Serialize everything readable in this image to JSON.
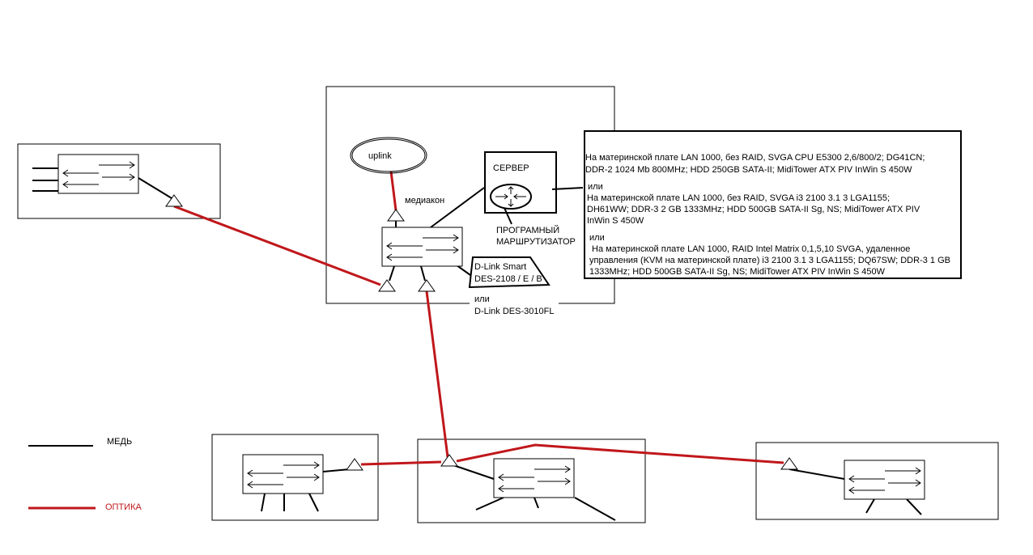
{
  "colors": {
    "copper": "#000000",
    "fiber": "#c0171b"
  },
  "core": {
    "uplink": "uplink",
    "mediaconverter": "медиакон",
    "server_title": "СЕРВЕР",
    "router_label_1": "ПРОГРАМНЫЙ",
    "router_label_2": "МАРШРУТИЗАТОР",
    "switch_model_1": "D-Link Smart",
    "switch_model_2": "DES-2108 / E / B",
    "switch_alt_or": "или",
    "switch_alt_model": "D-Link DES-3010FL"
  },
  "server_specs": {
    "option1": [
      "На материнской плате LAN 1000, без RAID, SVGA CPU E5300 2,6/800/2; DG41CN;",
      "DDR-2 1024 Mb 800MHz; HDD 250GB SATA-II; MidiTower ATX PIV InWin S 450W"
    ],
    "or1": "или",
    "option2": [
      "На материнской плате LAN 1000, без RAID, SVGA i3 2100 3.1 3 LGA1155;",
      "DH61WW; DDR-3 2 GB 1333MHz; HDD 500GB SATA-II Sg, NS; MidiTower ATX PIV",
      "InWin S 450W"
    ],
    "or2": "или",
    "option3": [
      " На материнской плате LAN 1000, RAID Intel Matrix 0,1,5,10 SVGA, удаленное",
      "управления (KVM на материнской плате) i3 2100 3.1 3 LGA1155; DQ67SW; DDR-3 1 GB",
      "1333MHz; HDD 500GB SATA-II Sg, NS; MidiTower ATX PIV InWin S 450W"
    ]
  },
  "legend": {
    "copper": "МЕДЬ",
    "fiber": "ОПТИКА"
  }
}
